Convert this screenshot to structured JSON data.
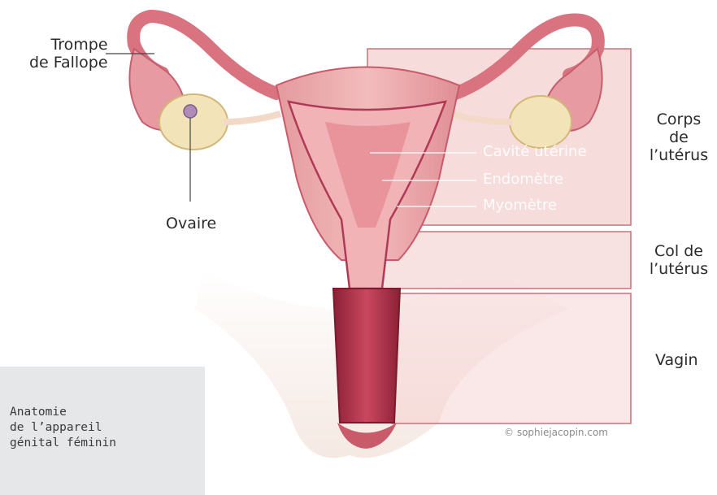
{
  "labels": {
    "trompe": [
      "Trompe",
      "de Fallope"
    ],
    "ovaire": "Ovaire",
    "corps": [
      "Corps",
      "de",
      "l’utérus"
    ],
    "col": [
      "Col de",
      "l’utérus"
    ],
    "vagin": "Vagin",
    "cavite": "Cavité utérine",
    "endometre": "Endomètre",
    "myometre": "Myomètre"
  },
  "caption": [
    "Anatomie",
    "de l’appareil",
    "génital féminin"
  ],
  "credit": "© sophiejacopin.com",
  "colors": {
    "tissue": "#e8a3a3",
    "tissue_dark": "#c85a6a",
    "cavity": "#b03a55",
    "ovary": "#f2e4b8",
    "highlight_box": "#f3c9c9",
    "highlight_border": "#c9707a",
    "caption_bg": "#e6e7e9"
  }
}
